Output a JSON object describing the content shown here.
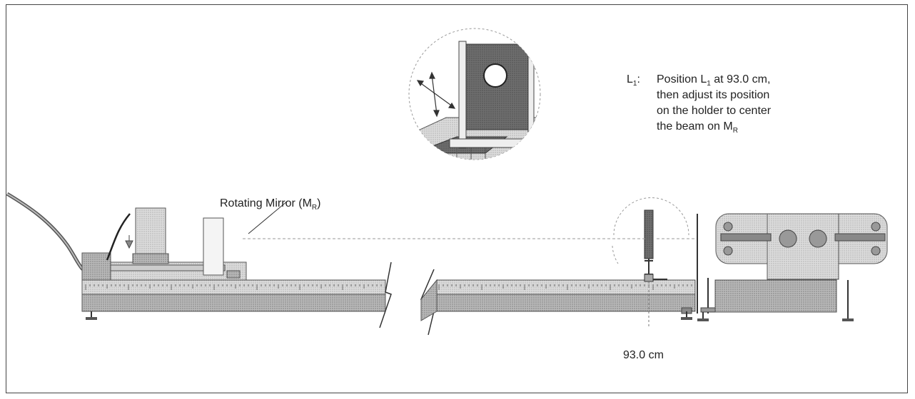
{
  "labels": {
    "rotating_mirror": "Rotating Mirror (M",
    "rotating_mirror_sub": "R",
    "rotating_mirror_close": ")",
    "position_mark": "93.0 cm"
  },
  "instruction": {
    "key": "L",
    "key_sub": "1",
    "key_colon": ":",
    "line1_a": "Position L",
    "line1_sub": "1",
    "line1_b": " at 93.0 cm,",
    "line2": "then adjust its position",
    "line3": "on the holder to center",
    "line4_a": "the beam on M",
    "line4_sub": "R"
  },
  "colors": {
    "rail_top": "#e8e8e8",
    "rail_side": "#b8b8b8",
    "plate": "#7a7a7a",
    "line": "#333333"
  }
}
